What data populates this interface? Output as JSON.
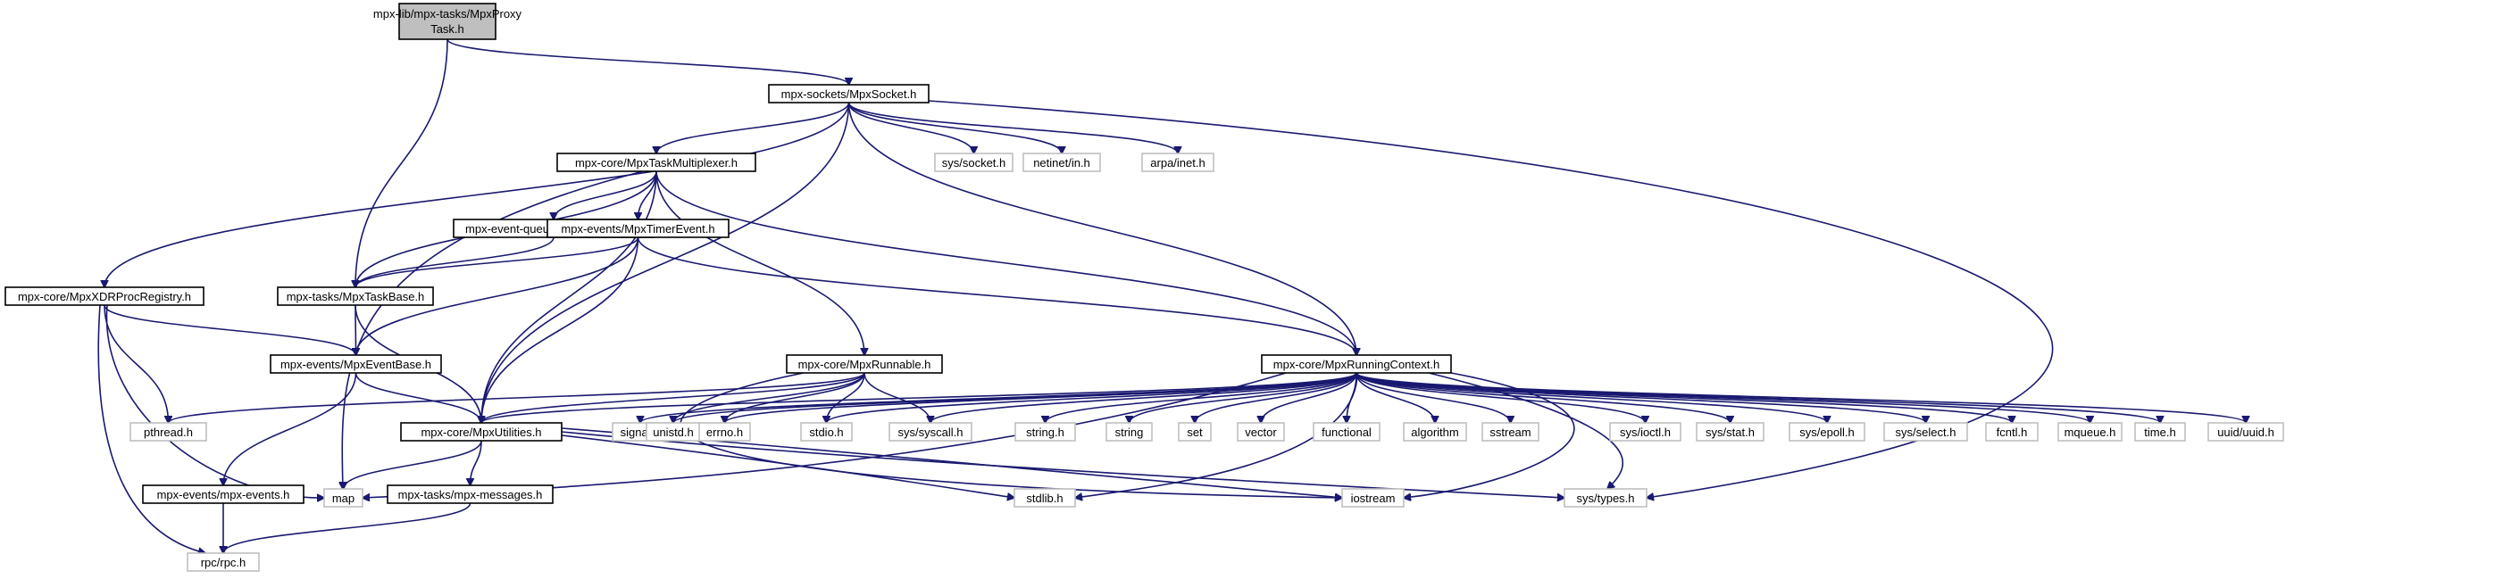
{
  "colors": {
    "edge": "#191970",
    "focus_fill": "#bfbfbf",
    "focus_stroke": "#000000",
    "internal_stroke": "#000000",
    "external_stroke": "#bfbfbf",
    "node_fill": "#ffffff"
  },
  "nodes": [
    {
      "id": "proxy",
      "label": "mpx-lib/mpx-tasks/MpxProxy",
      "label2": "Task.h",
      "kind": "focus"
    },
    {
      "id": "socket",
      "label": "mpx-sockets/MpxSocket.h",
      "kind": "internal"
    },
    {
      "id": "taskmux",
      "label": "mpx-core/MpxTaskMultiplexer.h",
      "kind": "internal"
    },
    {
      "id": "syssocket",
      "label": "sys/socket.h",
      "kind": "external"
    },
    {
      "id": "netinet",
      "label": "netinet/in.h",
      "kind": "external"
    },
    {
      "id": "arpainet",
      "label": "arpa/inet.h",
      "kind": "external"
    },
    {
      "id": "mqtaskl",
      "label": "mpx-event-queues/MpxMQTaskI.h",
      "kind": "internal"
    },
    {
      "id": "timerevent",
      "label": "mpx-events/MpxTimerEvent.h",
      "kind": "internal"
    },
    {
      "id": "xdrproc",
      "label": "mpx-core/MpxXDRProcRegistry.h",
      "kind": "internal"
    },
    {
      "id": "taskbase",
      "label": "mpx-tasks/MpxTaskBase.h",
      "kind": "internal"
    },
    {
      "id": "eventbase",
      "label": "mpx-events/MpxEventBase.h",
      "kind": "internal"
    },
    {
      "id": "runnable",
      "label": "mpx-core/MpxRunnable.h",
      "kind": "internal"
    },
    {
      "id": "runctx",
      "label": "mpx-core/MpxRunningContext.h",
      "kind": "internal"
    },
    {
      "id": "pthread",
      "label": "pthread.h",
      "kind": "external"
    },
    {
      "id": "utilities",
      "label": "mpx-core/MpxUtilities.h",
      "kind": "internal"
    },
    {
      "id": "signal",
      "label": "signal.h",
      "kind": "external"
    },
    {
      "id": "unistd",
      "label": "unistd.h",
      "kind": "external"
    },
    {
      "id": "errno",
      "label": "errno.h",
      "kind": "external"
    },
    {
      "id": "stdio",
      "label": "stdio.h",
      "kind": "external"
    },
    {
      "id": "syscall",
      "label": "sys/syscall.h",
      "kind": "external"
    },
    {
      "id": "stringh",
      "label": "string.h",
      "kind": "external"
    },
    {
      "id": "string",
      "label": "string",
      "kind": "external"
    },
    {
      "id": "set",
      "label": "set",
      "kind": "external"
    },
    {
      "id": "vector",
      "label": "vector",
      "kind": "external"
    },
    {
      "id": "functional",
      "label": "functional",
      "kind": "external"
    },
    {
      "id": "algorithm",
      "label": "algorithm",
      "kind": "external"
    },
    {
      "id": "sstream",
      "label": "sstream",
      "kind": "external"
    },
    {
      "id": "ioctl",
      "label": "sys/ioctl.h",
      "kind": "external"
    },
    {
      "id": "stat",
      "label": "sys/stat.h",
      "kind": "external"
    },
    {
      "id": "epoll",
      "label": "sys/epoll.h",
      "kind": "external"
    },
    {
      "id": "select",
      "label": "sys/select.h",
      "kind": "external"
    },
    {
      "id": "fcntl",
      "label": "fcntl.h",
      "kind": "external"
    },
    {
      "id": "mqueue",
      "label": "mqueue.h",
      "kind": "external"
    },
    {
      "id": "time",
      "label": "time.h",
      "kind": "external"
    },
    {
      "id": "uuid",
      "label": "uuid/uuid.h",
      "kind": "external"
    },
    {
      "id": "mpxevents",
      "label": "mpx-events/mpx-events.h",
      "kind": "internal"
    },
    {
      "id": "map",
      "label": "map",
      "kind": "external"
    },
    {
      "id": "messages",
      "label": "mpx-tasks/mpx-messages.h",
      "kind": "internal"
    },
    {
      "id": "stdlib",
      "label": "stdlib.h",
      "kind": "external"
    },
    {
      "id": "iostream",
      "label": "iostream",
      "kind": "external"
    },
    {
      "id": "systypes",
      "label": "sys/types.h",
      "kind": "external"
    },
    {
      "id": "rpc",
      "label": "rpc/rpc.h",
      "kind": "external"
    }
  ],
  "edges": [
    [
      "proxy",
      "socket"
    ],
    [
      "proxy",
      "taskbase"
    ],
    [
      "socket",
      "taskmux"
    ],
    [
      "socket",
      "syssocket"
    ],
    [
      "socket",
      "netinet"
    ],
    [
      "socket",
      "arpainet"
    ],
    [
      "socket",
      "xdrproc"
    ],
    [
      "socket",
      "utilities"
    ],
    [
      "socket",
      "runctx"
    ],
    [
      "socket",
      "systypes"
    ],
    [
      "taskmux",
      "mqtaskl"
    ],
    [
      "taskmux",
      "timerevent"
    ],
    [
      "taskmux",
      "taskbase"
    ],
    [
      "taskmux",
      "runnable"
    ],
    [
      "taskmux",
      "runctx"
    ],
    [
      "taskmux",
      "utilities"
    ],
    [
      "taskmux",
      "map"
    ],
    [
      "mqtaskl",
      "taskbase"
    ],
    [
      "timerevent",
      "taskbase"
    ],
    [
      "timerevent",
      "eventbase"
    ],
    [
      "timerevent",
      "runctx"
    ],
    [
      "timerevent",
      "utilities"
    ],
    [
      "xdrproc",
      "eventbase"
    ],
    [
      "xdrproc",
      "pthread"
    ],
    [
      "xdrproc",
      "map"
    ],
    [
      "xdrproc",
      "rpc"
    ],
    [
      "taskbase",
      "eventbase"
    ],
    [
      "taskbase",
      "utilities"
    ],
    [
      "eventbase",
      "utilities"
    ],
    [
      "eventbase",
      "mpxevents"
    ],
    [
      "runnable",
      "pthread"
    ],
    [
      "runnable",
      "unistd"
    ],
    [
      "runnable",
      "errno"
    ],
    [
      "runnable",
      "stdio"
    ],
    [
      "runnable",
      "syscall"
    ],
    [
      "runnable",
      "utilities"
    ],
    [
      "runnable",
      "iostream"
    ],
    [
      "runctx",
      "utilities"
    ],
    [
      "runctx",
      "signal"
    ],
    [
      "runctx",
      "unistd"
    ],
    [
      "runctx",
      "errno"
    ],
    [
      "runctx",
      "stdio"
    ],
    [
      "runctx",
      "syscall"
    ],
    [
      "runctx",
      "stringh"
    ],
    [
      "runctx",
      "string"
    ],
    [
      "runctx",
      "set"
    ],
    [
      "runctx",
      "vector"
    ],
    [
      "runctx",
      "functional"
    ],
    [
      "runctx",
      "algorithm"
    ],
    [
      "runctx",
      "sstream"
    ],
    [
      "runctx",
      "ioctl"
    ],
    [
      "runctx",
      "stat"
    ],
    [
      "runctx",
      "epoll"
    ],
    [
      "runctx",
      "select"
    ],
    [
      "runctx",
      "fcntl"
    ],
    [
      "runctx",
      "mqueue"
    ],
    [
      "runctx",
      "time"
    ],
    [
      "runctx",
      "uuid"
    ],
    [
      "runctx",
      "map"
    ],
    [
      "runctx",
      "stdlib"
    ],
    [
      "runctx",
      "systypes"
    ],
    [
      "runctx",
      "iostream"
    ],
    [
      "utilities",
      "map"
    ],
    [
      "utilities",
      "messages"
    ],
    [
      "utilities",
      "stdlib"
    ],
    [
      "utilities",
      "iostream"
    ],
    [
      "utilities",
      "systypes"
    ],
    [
      "mpxevents",
      "rpc"
    ],
    [
      "messages",
      "rpc"
    ]
  ]
}
